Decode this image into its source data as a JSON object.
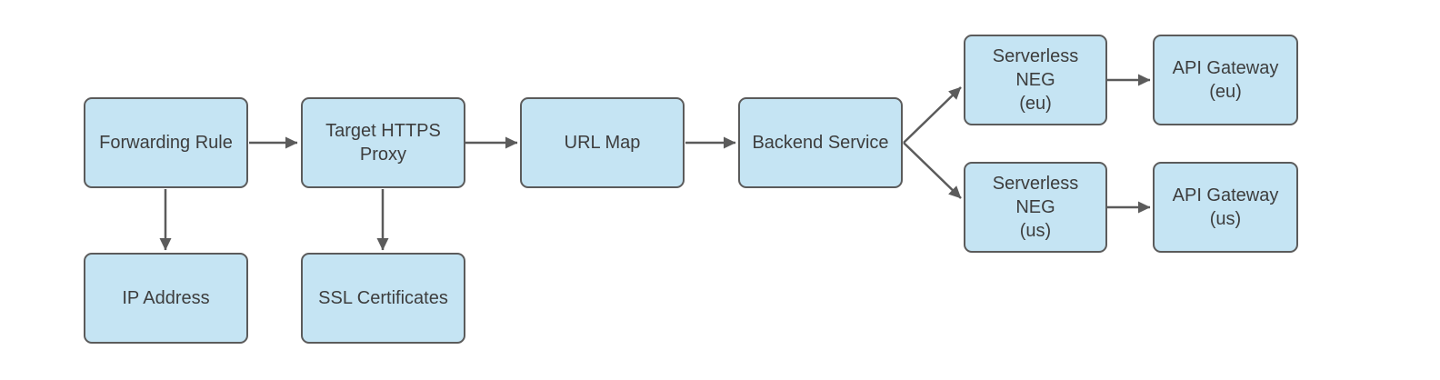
{
  "diagram": {
    "type": "flowchart",
    "colors": {
      "node_fill": "#C5E4F3",
      "node_border": "#5B5B5B",
      "arrow": "#5B5B5B",
      "text": "#3D3D3D",
      "background": "#FFFFFF"
    },
    "nodes": [
      {
        "id": "forwarding-rule",
        "label": "Forwarding Rule"
      },
      {
        "id": "target-https-proxy",
        "label": "Target HTTPS\nProxy"
      },
      {
        "id": "url-map",
        "label": "URL Map"
      },
      {
        "id": "backend-service",
        "label": "Backend Service"
      },
      {
        "id": "serverless-neg-eu",
        "label": "Serverless NEG\n(eu)"
      },
      {
        "id": "api-gateway-eu",
        "label": "API Gateway\n(eu)"
      },
      {
        "id": "serverless-neg-us",
        "label": "Serverless NEG\n(us)"
      },
      {
        "id": "api-gateway-us",
        "label": "API Gateway\n(us)"
      },
      {
        "id": "ip-address",
        "label": "IP Address"
      },
      {
        "id": "ssl-certificates",
        "label": "SSL Certificates"
      }
    ],
    "edges": [
      {
        "from": "forwarding-rule",
        "to": "target-https-proxy"
      },
      {
        "from": "target-https-proxy",
        "to": "url-map"
      },
      {
        "from": "url-map",
        "to": "backend-service"
      },
      {
        "from": "backend-service",
        "to": "serverless-neg-eu"
      },
      {
        "from": "backend-service",
        "to": "serverless-neg-us"
      },
      {
        "from": "serverless-neg-eu",
        "to": "api-gateway-eu"
      },
      {
        "from": "serverless-neg-us",
        "to": "api-gateway-us"
      },
      {
        "from": "forwarding-rule",
        "to": "ip-address"
      },
      {
        "from": "target-https-proxy",
        "to": "ssl-certificates"
      }
    ]
  }
}
